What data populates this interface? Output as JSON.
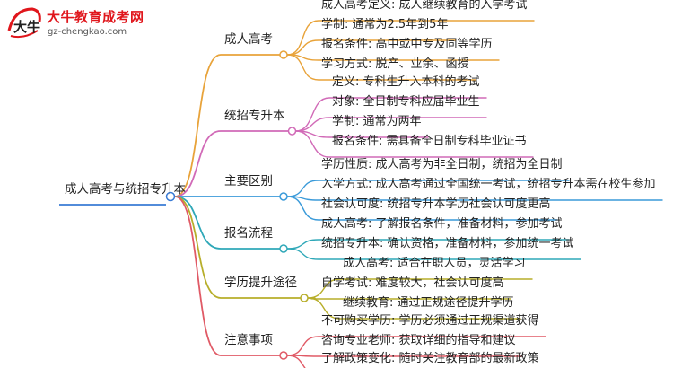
{
  "logo": {
    "title": "大牛教育成考网",
    "url": "gz-chengkao.com",
    "mark_text": "大牛"
  },
  "colors": {
    "root_line": "#3a7bd5",
    "branch": [
      "#e8a33a",
      "#d16ab7",
      "#3a9ad9",
      "#2fa8b8",
      "#b7ae2a",
      "#e05a66"
    ],
    "node_circle": "#ffffff"
  },
  "mindmap": {
    "root": "成人高考与统招专升本",
    "branches": [
      {
        "label": "成人高考",
        "children": [
          "成人高考定义: 成人继续教育的入学考试",
          "学制: 通常为2.5年到5年",
          "报名条件: 高中或中专及同等学历",
          "学习方式: 脱产、业余、函授"
        ]
      },
      {
        "label": "统招专升本",
        "children": [
          "定义: 专科生升入本科的考试",
          "对象: 全日制专科应届毕业生",
          "学制: 通常为两年",
          "报名条件: 需具备全日制专科毕业证书"
        ]
      },
      {
        "label": "主要区别",
        "children": [
          "学历性质: 成人高考为非全日制，统招为全日制",
          "入学方式: 成人高考通过全国统一考试，统招专升本需在校生参加",
          "社会认可度: 统招专升本学历社会认可度更高"
        ]
      },
      {
        "label": "报名流程",
        "children": [
          "成人高考: 了解报名条件，准备材料，参加考试",
          "统招专升本: 确认资格，准备材料，参加统一考试"
        ]
      },
      {
        "label": "学历提升途径",
        "children": [
          "成人高考: 适合在职人员，灵活学习",
          "自学考试: 难度较大，社会认可度高",
          "继续教育: 通过正规途径提升学历"
        ]
      },
      {
        "label": "注意事项",
        "children": [
          "不可购买学历: 学历必须通过正规渠道获得",
          "咨询专业老师: 获取详细的指导和建议",
          "了解政策变化: 随时关注教育部的最新政策"
        ]
      }
    ]
  }
}
